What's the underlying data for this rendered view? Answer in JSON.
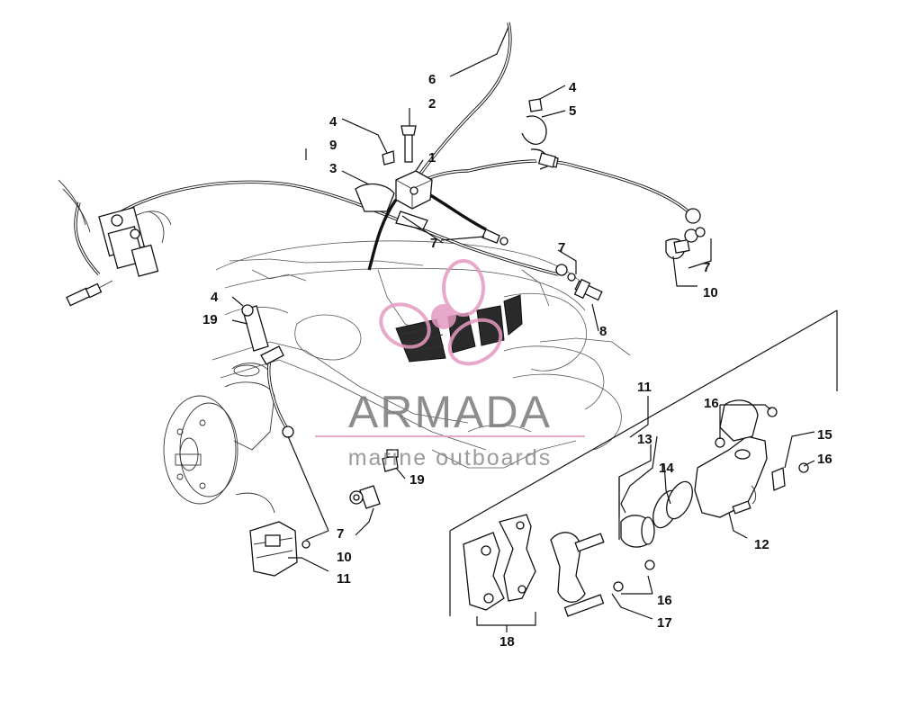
{
  "labels": {
    "l1": "1",
    "l2": "2",
    "l3": "3",
    "l4a": "4",
    "l4b": "4",
    "l4c": "4",
    "l5": "5",
    "l6": "6",
    "l7a": "7",
    "l7b": "7",
    "l7c": "7",
    "l7d": "7",
    "l8": "8",
    "l9": "9",
    "l10a": "10",
    "l10b": "10",
    "l11a": "11",
    "l11b": "11",
    "l12": "12",
    "l13": "13",
    "l14": "14",
    "l15": "15",
    "l16a": "16",
    "l16b": "16",
    "l16c": "16",
    "l17": "17",
    "l18": "18",
    "l19a": "19",
    "l19b": "19"
  },
  "watermark": {
    "brand": "ARMADA",
    "tagline": "marine outboards",
    "accent_color": "#e59ac0"
  }
}
